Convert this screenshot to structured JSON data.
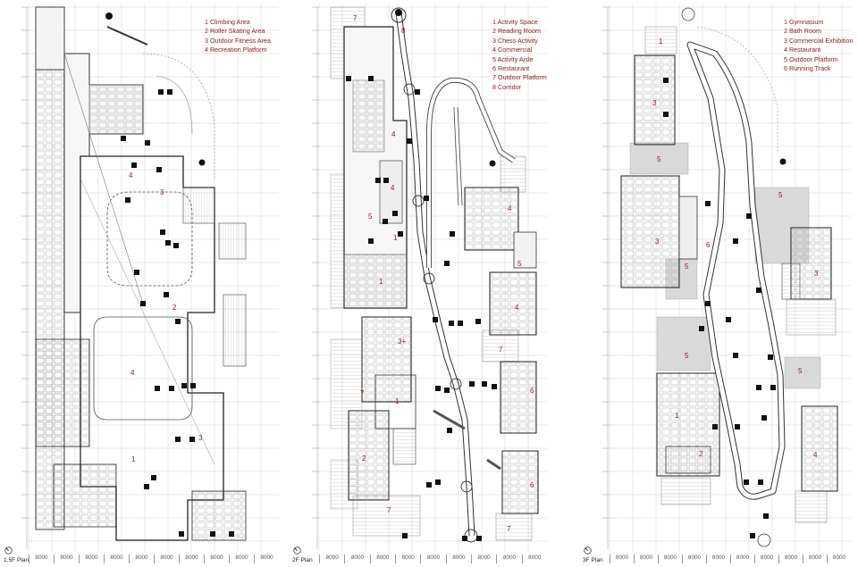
{
  "plans": [
    {
      "title": "1.5F Plan",
      "legend": [
        "1 Climbing Area",
        "2 Roller Skating Area",
        "3 Outdoor Fitness Area",
        "4 Recreation Platform"
      ],
      "room_labels": [
        "4",
        "3",
        "2",
        "4",
        "3",
        "1"
      ]
    },
    {
      "title": "2F Plan",
      "legend": [
        "1 Activity Space",
        "2 Reading Room",
        "3 Chess Activity",
        "4 Commercial",
        "5 Activity Aisle",
        "6 Restaurant",
        "7 Outdoor Platform",
        "8 Corridor"
      ],
      "room_labels": [
        "7",
        "8",
        "4",
        "4",
        "5",
        "1",
        "4",
        "5",
        "1",
        "4",
        "3+",
        "7",
        "7",
        "1",
        "6",
        "2",
        "6",
        "7",
        "7"
      ]
    },
    {
      "title": "3F Plan",
      "legend": [
        "1 Gymnasium",
        "2 Bath Room",
        "3 Commercial Exhibition",
        "4 Restaurant",
        "5 Outdoor Platform",
        "6 Running Track"
      ],
      "room_labels": [
        "1",
        "3",
        "5",
        "3",
        "5",
        "6",
        "5",
        "3",
        "5",
        "5",
        "1",
        "2",
        "4"
      ]
    }
  ],
  "dimension_label": "8000",
  "icons": {
    "north_arrow": "north-arrow-icon"
  },
  "colors": {
    "label_red": "#8b1a1a",
    "line": "#3a3a3a",
    "grid": "#cfcfcf",
    "hatch": "#bdbdbd"
  }
}
